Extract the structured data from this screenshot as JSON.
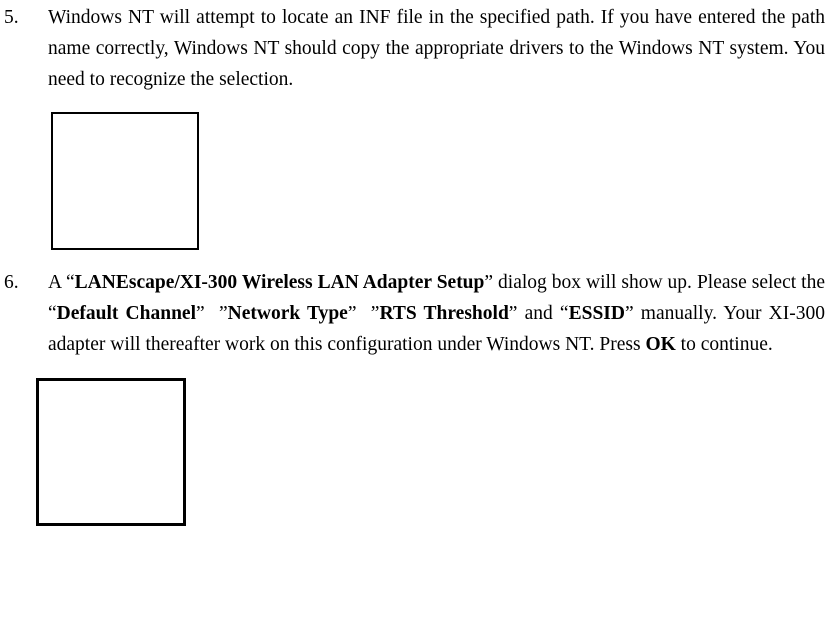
{
  "document": {
    "items": [
      {
        "marker": "5.",
        "text_html": "Windows NT will attempt to locate an INF file in the specified path. If you have entered the path name correctly, Windows NT should copy the appropriate drivers to the Windows NT system. You need to recognize the selection.",
        "figure": "empty-screenshot-placeholder-1"
      },
      {
        "marker": "6.",
        "text_html": "A “LANEscape/XI-300 Wireless LAN Adapter Setup” dialog box will show up. Please select the “Default Channel”  ”Network Type”  ”RTS Threshold” and “ESSID” manually. Your XI-300 adapter will thereafter work on this configuration under Windows NT. Press OK to continue.",
        "figure": "empty-screenshot-placeholder-2"
      }
    ],
    "bold_phrases": [
      "LANEscape/XI-300 Wireless LAN Adapter Setup",
      "Default Channel",
      "Network Type",
      "RTS Threshold",
      "ESSID",
      "OK"
    ]
  }
}
